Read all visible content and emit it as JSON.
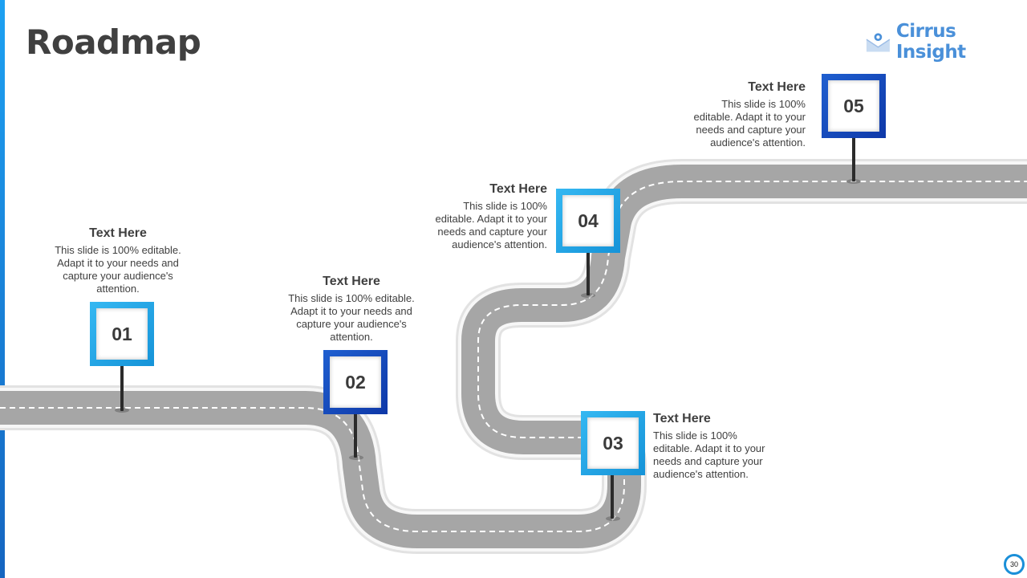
{
  "slide": {
    "title": "Roadmap",
    "page_number": "30"
  },
  "logo": {
    "text": "Cirrus Insight",
    "icon": "cirrus-envelope-logo-icon",
    "color": "#4a90d9"
  },
  "colors": {
    "sign_light_blue": "#1ea7e8",
    "sign_dark_blue": "#1445b8",
    "road_gray": "#a6a6a6",
    "accent_bar": "#1da1f2"
  },
  "steps": [
    {
      "number": "01",
      "heading": "Text Here",
      "description": "This slide is 100% editable. Adapt it to your needs and capture your audience's attention.",
      "sign_color": "#1ea7e8"
    },
    {
      "number": "02",
      "heading": "Text Here",
      "description": "This slide is 100% editable. Adapt it to your needs and capture your audience's attention.",
      "sign_color": "#1445b8"
    },
    {
      "number": "03",
      "heading": "Text Here",
      "description": "This slide is 100% editable. Adapt it to your needs and capture your audience's attention.",
      "sign_color": "#1ea7e8"
    },
    {
      "number": "04",
      "heading": "Text Here",
      "description": "This slide is 100% editable. Adapt it to your needs and capture your audience's attention.",
      "sign_color": "#1ea7e8"
    },
    {
      "number": "05",
      "heading": "Text Here",
      "description": "This slide is 100% editable. Adapt it to your needs and capture your audience's attention.",
      "sign_color": "#1445b8"
    }
  ]
}
